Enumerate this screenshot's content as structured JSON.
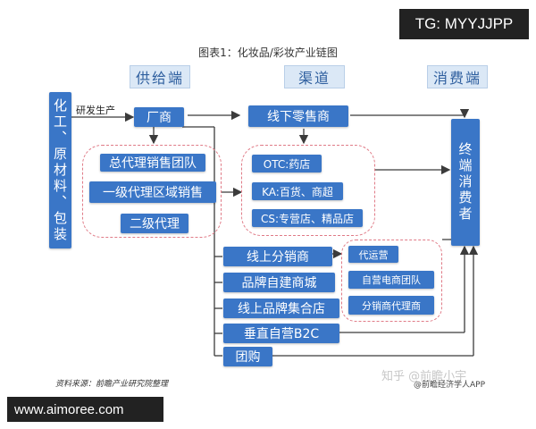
{
  "title": "图表1：化妆品/彩妆产业链图",
  "watermark_tag": "TG: MYYJJPP",
  "footer_url": "www.aimoree.com",
  "source_note": "资料来源：前瞻产业研究院整理",
  "zhihu_mark": "知乎 @前瞻小宇",
  "app_mark": "@前瞻经济学人APP",
  "headers": {
    "supply": "供给端",
    "channel": "渠道",
    "consumer": "消费端"
  },
  "raw_material": "化工、原材料、包装",
  "edge_label": "研发生产",
  "manufacturer": "厂商",
  "agents": [
    "总代理销售团队",
    "一级代理区域销售",
    "二级代理"
  ],
  "offline_retail": "线下零售商",
  "offline_channels": [
    "OTC:药店",
    "KA:百货、商超",
    "CS:专营店、精品店"
  ],
  "online_channels": [
    "线上分销商",
    "品牌自建商城",
    "线上品牌集合店",
    "垂直自营B2C",
    "团购"
  ],
  "services": [
    "代运营",
    "自营电商团队",
    "分销商代理商"
  ],
  "end_consumer": "终端消费者",
  "colors": {
    "box": "#3a76c7",
    "header_bg": "#dbe8f6",
    "dashed": "#e07b87",
    "arrow": "#3b3b3b"
  }
}
